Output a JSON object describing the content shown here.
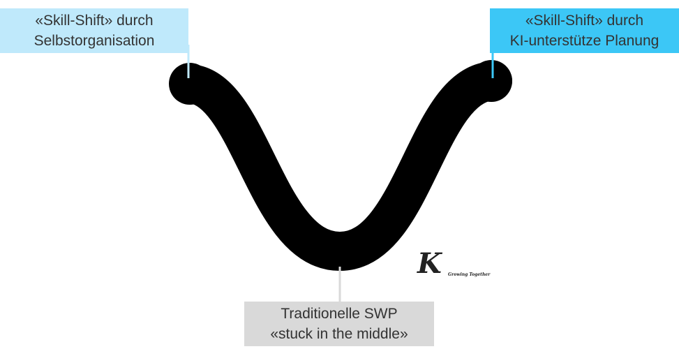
{
  "diagram": {
    "labels": {
      "left": {
        "line1": "«Skill-Shift» durch",
        "line2": "Selbstorganisation",
        "fill": "#bfe9fb",
        "connector": "#bfe9fb"
      },
      "right": {
        "line1": "«Skill-Shift» durch",
        "line2": "KI-unterstütze Planung",
        "fill": "#3cc7f6",
        "connector": "#3cc7f6"
      },
      "bottom": {
        "line1": "Traditionelle SWP",
        "line2": "«stuck in the middle»",
        "fill": "#d9d9d9",
        "connector": "#d9d9d9"
      }
    },
    "curve": {
      "color": "#000000"
    },
    "logo": {
      "letter": "K",
      "tagline": "Growing Together"
    }
  }
}
